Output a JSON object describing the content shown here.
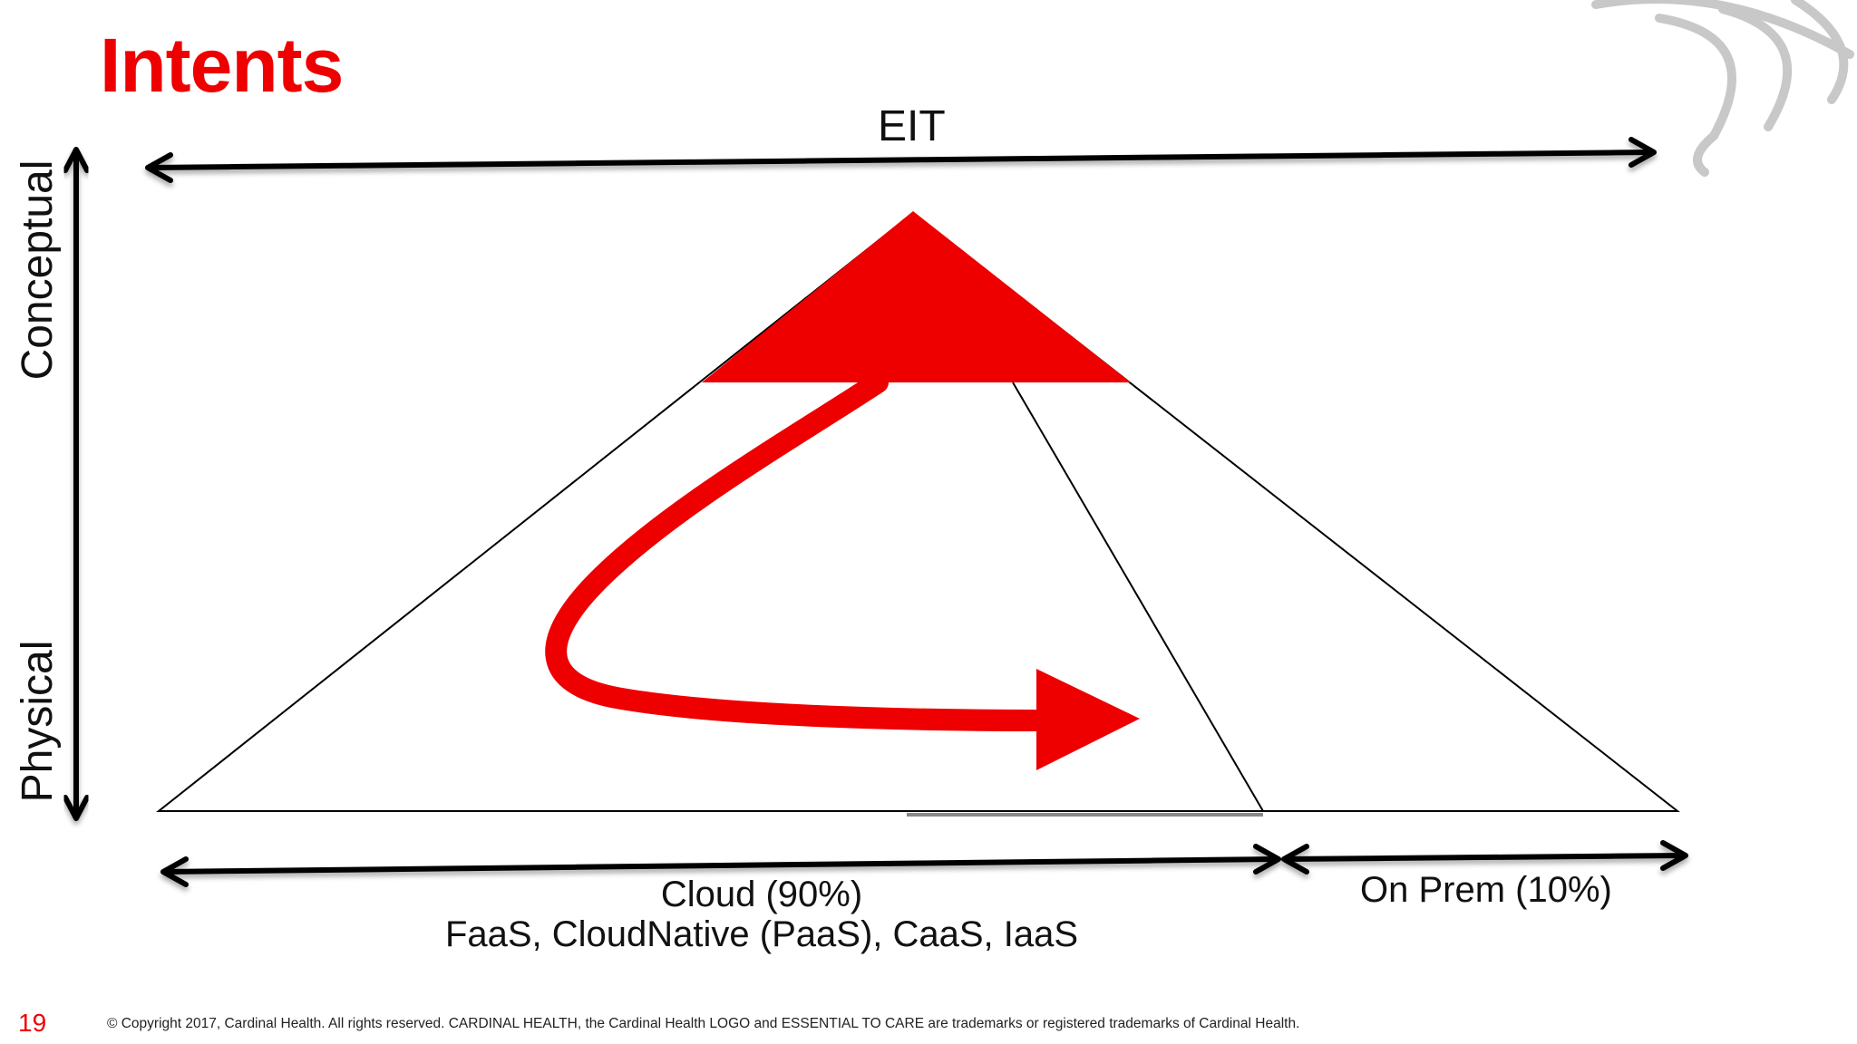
{
  "slide": {
    "title": "Intents",
    "page_number": "19",
    "footer": "© Copyright 2017, Cardinal Health. All rights reserved. CARDINAL HEALTH, the Cardinal Health LOGO and ESSENTIAL TO CARE are trademarks or registered trademarks of Cardinal Health."
  },
  "diagram": {
    "top_label": "EIT",
    "vertical_axis": {
      "top_label": "Conceptual",
      "bottom_label": "Physical"
    },
    "bottom_segments": [
      {
        "label": "Cloud (90%)",
        "sublabel": "FaaS, CloudNative (PaaS), CaaS, IaaS"
      },
      {
        "label": "On Prem (10%)"
      }
    ]
  },
  "colors": {
    "accent": "#ee0000",
    "line": "#000000",
    "decor": "#c8c8c8"
  }
}
